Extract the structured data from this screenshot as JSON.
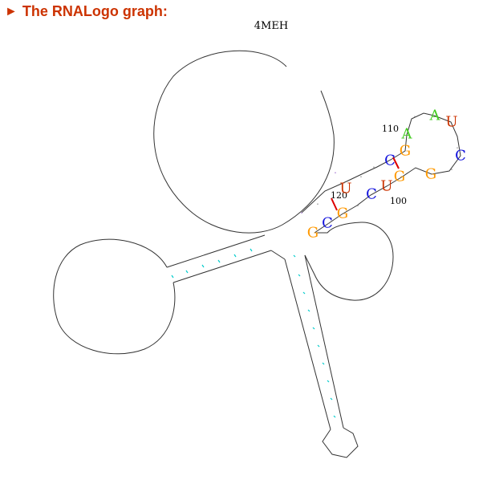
{
  "header": {
    "arrow_icon": "triangle-right-icon",
    "title": "The RNALogo graph:"
  },
  "diagram": {
    "title": "4MEH",
    "position_labels": [
      "110",
      "120",
      "100"
    ],
    "nucleotides": [
      "G",
      "C",
      "G",
      "U",
      "C",
      "G",
      "A",
      "A",
      "U",
      "C",
      "G",
      "G",
      "U",
      "C"
    ],
    "colors": {
      "A": "#44cc22",
      "C": "#1111dd",
      "G": "#ff9900",
      "U": "#cc3300",
      "bond": "#00cccc",
      "link": "#dd0000"
    }
  }
}
